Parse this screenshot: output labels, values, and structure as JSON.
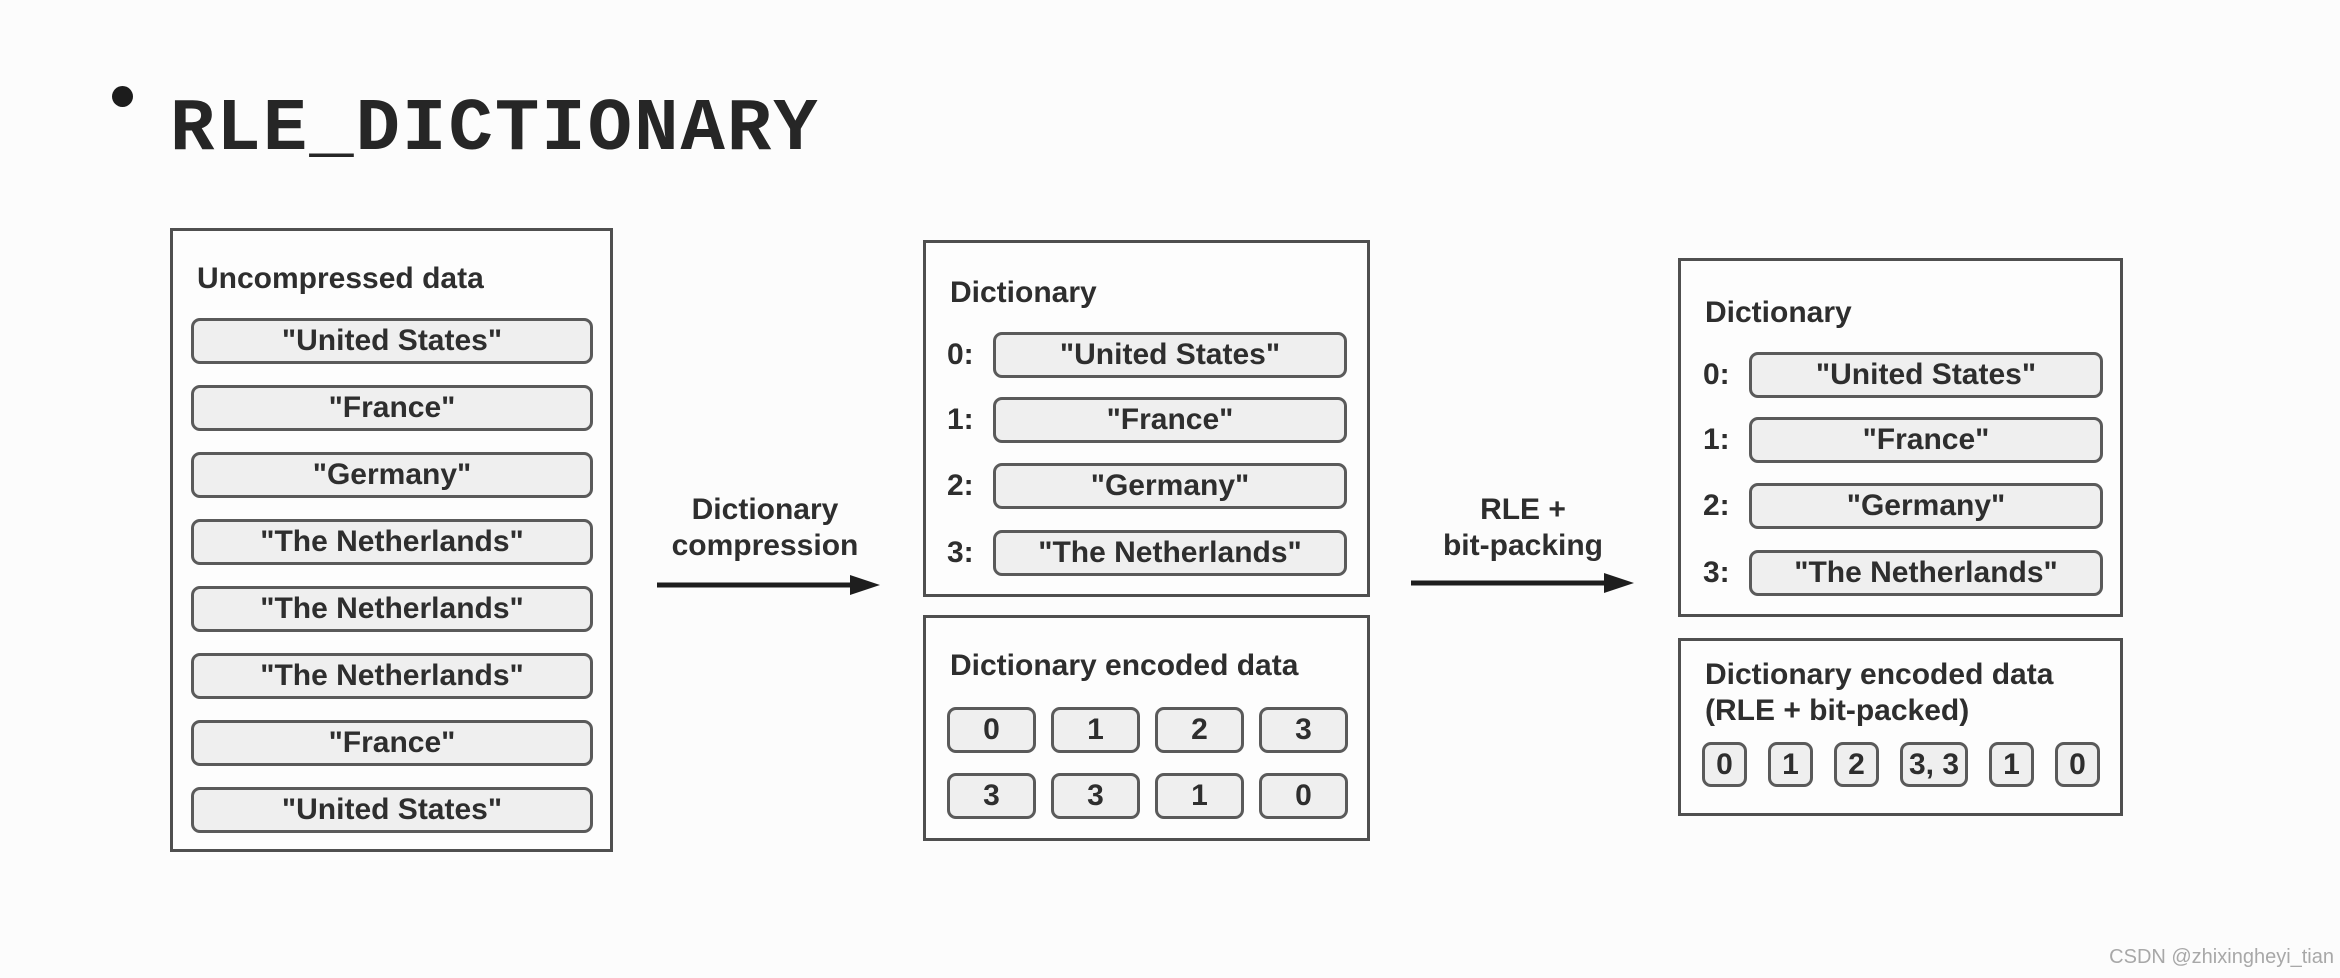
{
  "title": {
    "text": "RLE_DICTIONARY"
  },
  "icons": {
    "bullet": "filled-circle-bullet",
    "arrows": "right-arrow"
  },
  "colors": {
    "background": "#fcfcfc",
    "box_border": "#4f4f4f",
    "pill_fill": "#efefef",
    "pill_border": "#5a5a5a",
    "text": "#2e2e2e",
    "arrow": "#1e1e1e",
    "watermark": "#a8a8a8"
  },
  "uncompressed": {
    "label": "Uncompressed data",
    "items": [
      "\"United States\"",
      "\"France\"",
      "\"Germany\"",
      "\"The Netherlands\"",
      "\"The Netherlands\"",
      "\"The Netherlands\"",
      "\"France\"",
      "\"United States\""
    ]
  },
  "arrows": [
    {
      "line1": "Dictionary",
      "line2": "compression"
    },
    {
      "line1": "RLE +",
      "line2": "bit-packing"
    }
  ],
  "dictionary_mid": {
    "label": "Dictionary",
    "entries": [
      {
        "index": "0:",
        "value": "\"United States\""
      },
      {
        "index": "1:",
        "value": "\"France\""
      },
      {
        "index": "2:",
        "value": "\"Germany\""
      },
      {
        "index": "3:",
        "value": "\"The Netherlands\""
      }
    ]
  },
  "encoded_mid": {
    "label": "Dictionary encoded data",
    "rows": [
      [
        "0",
        "1",
        "2",
        "3"
      ],
      [
        "3",
        "3",
        "1",
        "0"
      ]
    ]
  },
  "dictionary_right": {
    "label": "Dictionary",
    "entries": [
      {
        "index": "0:",
        "value": "\"United States\""
      },
      {
        "index": "1:",
        "value": "\"France\""
      },
      {
        "index": "2:",
        "value": "\"Germany\""
      },
      {
        "index": "3:",
        "value": "\"The Netherlands\""
      }
    ]
  },
  "encoded_right": {
    "label_line1": "Dictionary encoded data",
    "label_line2": "(RLE + bit-packed)",
    "cells": [
      "0",
      "1",
      "2",
      "3, 3",
      "1",
      "0"
    ]
  },
  "watermark": "CSDN @zhixingheyi_tian"
}
